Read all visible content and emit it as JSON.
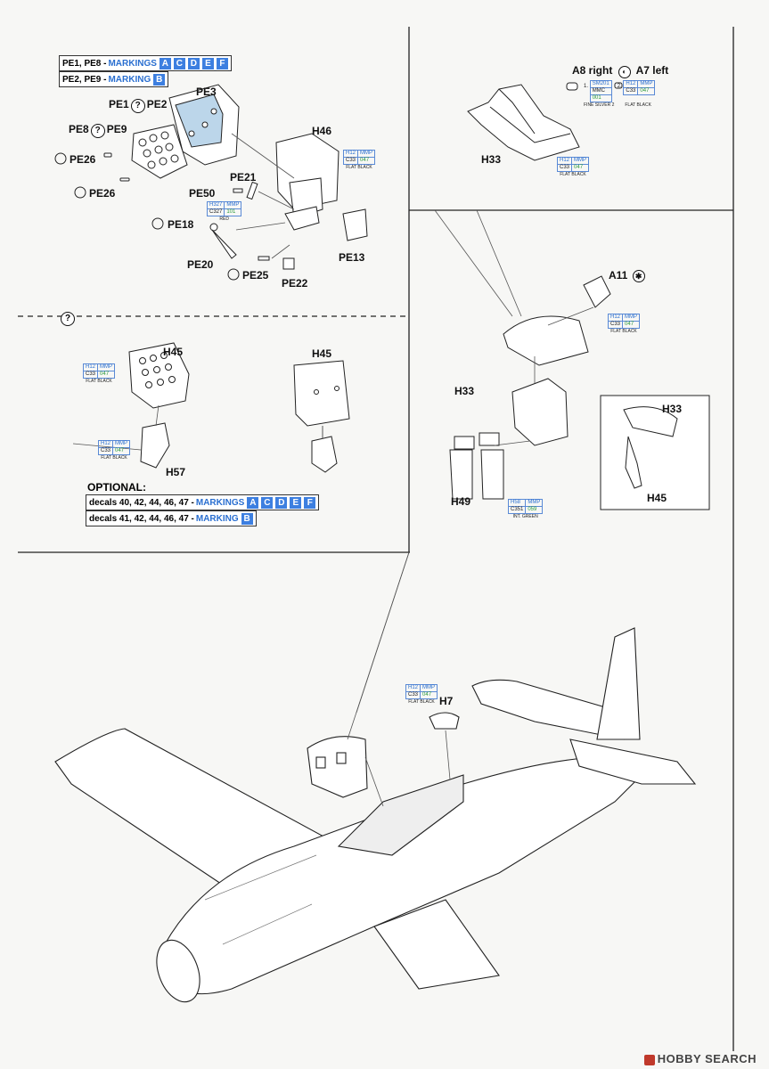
{
  "markings": {
    "row1_parts": "PE1, PE8 -",
    "row1_word": "MARKINGS",
    "row1_letters": [
      "A",
      "C",
      "D",
      "E",
      "F"
    ],
    "row2_parts": "PE2, PE9 -",
    "row2_word": "MARKING",
    "row2_letters": [
      "B"
    ]
  },
  "part_labels": {
    "pe3": "PE3",
    "pe1_pe2_left": "PE1",
    "pe1_pe2_right": "PE2",
    "pe8_pe9_left": "PE8",
    "pe8_pe9_right": "PE9",
    "pe26_a": "PE26",
    "pe26_b": "PE26",
    "h46": "H46",
    "pe21": "PE21",
    "pe50": "PE50",
    "pe18": "PE18",
    "pe20": "PE20",
    "pe25": "PE25",
    "pe22": "PE22",
    "pe13": "PE13",
    "a8_right": "A8 right",
    "a7_left": "A7 left",
    "h33_top": "H33",
    "a11": "A11",
    "h33_inset": "H33",
    "h45_inset": "H45",
    "h49": "H49",
    "h45_left": "H45",
    "h45_mid": "H45",
    "h57": "H57",
    "h7": "H7"
  },
  "paint_refs": {
    "flat_black": {
      "code1": "H12",
      "brand1": "MMP",
      "code2": "C33",
      "brand2": "047",
      "name": "FLAT BLACK"
    },
    "red": {
      "code1": "H327",
      "brand1": "MMP",
      "code2": "C327",
      "brand2": "101",
      "name": "RED"
    },
    "fine_silver": {
      "code1": "SM201",
      "code2": "MMC",
      "code3": "001",
      "name": "FINE SILVER 2",
      "step1": "1.",
      "step2": "2."
    },
    "int_green": {
      "code1": "H58",
      "brand1": "MMP",
      "code2": "C351",
      "brand2": "059",
      "name": "INT. GREEN"
    }
  },
  "optional": {
    "title": "OPTIONAL:",
    "row1_decals": "decals 40, 42, 44, 46, 47 -",
    "row1_word": "MARKINGS",
    "row1_letters": [
      "A",
      "C",
      "D",
      "E",
      "F"
    ],
    "row2_decals": "decals 41, 42, 44, 46, 47 -",
    "row2_word": "MARKING",
    "row2_letters": [
      "B"
    ]
  },
  "symbols": {
    "question_mark": "?",
    "bend_icon": "bend-arrow",
    "remove_icon": "star-cut"
  },
  "watermark": {
    "brand": "HOBBY SEARCH"
  },
  "colors": {
    "marking_blue": "#3d7fe0",
    "paint_border": "#5a8ad6",
    "instrument_glass": "#bcd6ea"
  }
}
